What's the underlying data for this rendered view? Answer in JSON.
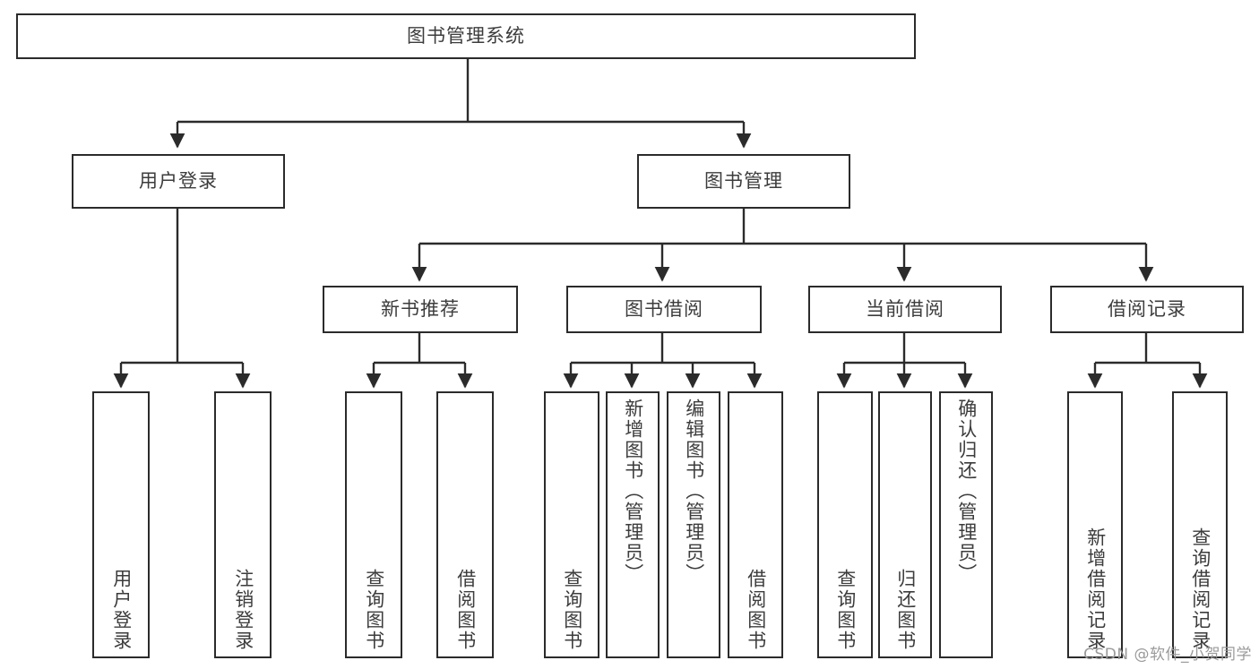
{
  "diagram": {
    "type": "tree-flowchart",
    "title": "图书管理系统",
    "root": {
      "label": "图书管理系统"
    },
    "level2": [
      {
        "label": "用户登录"
      },
      {
        "label": "图书管理"
      }
    ],
    "level3": [
      {
        "label": "新书推荐"
      },
      {
        "label": "图书借阅"
      },
      {
        "label": "当前借阅"
      },
      {
        "label": "借阅记录"
      }
    ],
    "leaves": {
      "user_login": [
        {
          "label": "用户登录"
        },
        {
          "label": "注销登录"
        }
      ],
      "new_book_recommend": [
        {
          "label": "查询图书"
        },
        {
          "label": "借阅图书"
        }
      ],
      "book_borrow": [
        {
          "label": "查询图书"
        },
        {
          "label": "新增图书（管理员）"
        },
        {
          "label": "编辑图书（管理员）"
        },
        {
          "label": "借阅图书"
        }
      ],
      "current_borrow": [
        {
          "label": "查询图书"
        },
        {
          "label": "归还图书"
        },
        {
          "label": "确认归还（管理员）"
        }
      ],
      "borrow_records": [
        {
          "label": "新增借阅记录"
        },
        {
          "label": "查询借阅记录"
        }
      ]
    }
  },
  "watermark": {
    "text": "CSDN @软件_小贺同学"
  },
  "colors": {
    "stroke": "#2b2b2b",
    "text": "#3c3c3c",
    "background": "#ffffff",
    "watermark": "#9a9a9a"
  }
}
